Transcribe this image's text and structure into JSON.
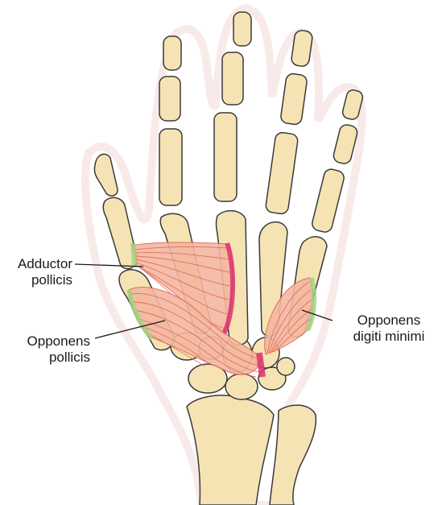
{
  "colors": {
    "background": "#ffffff",
    "bone_fill": "#f6e3b4",
    "bone_stroke": "#3a3a3a",
    "muscle_fill": "#f3b7a1",
    "muscle_fiber": "#e0644f",
    "insertion": "#d9336e",
    "origin": "#9bd57f",
    "skin_outline": "#f4d6d6",
    "label_text": "#1a1a1a"
  },
  "labels": {
    "adductor_pollicis": {
      "line1": "Adductor",
      "line2": "pollicis"
    },
    "opponens_pollicis": {
      "line1": "Opponens",
      "line2": "pollicis"
    },
    "opponens_digiti_minimi": {
      "line1": "Opponens",
      "line2": "digiti minimi"
    }
  }
}
